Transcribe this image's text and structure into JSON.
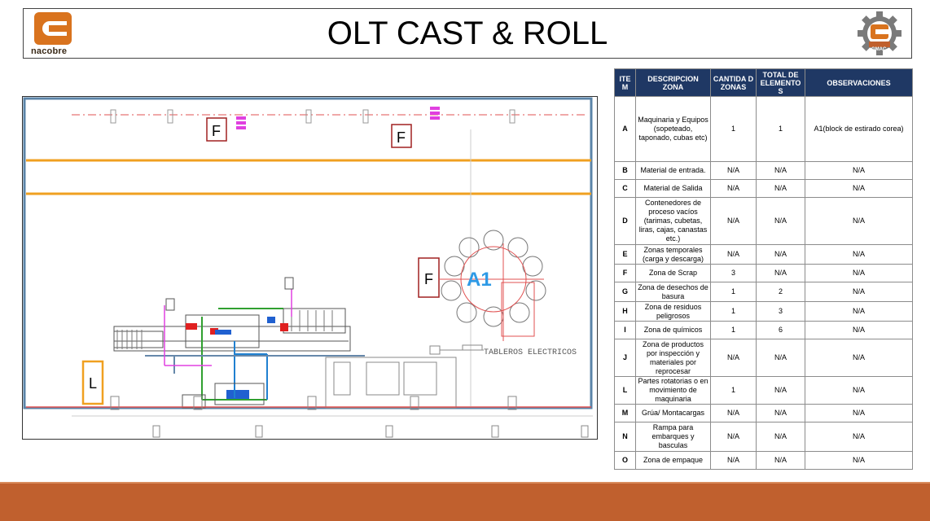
{
  "header": {
    "title": "OLT CAST & ROLL",
    "logo_left_text": "nacobre",
    "logo_right_text": "GMAC"
  },
  "plan": {
    "zone_labels": {
      "f1": "F",
      "f2": "F",
      "f3": "F",
      "l": "L",
      "a1": "A1"
    },
    "equipment_text": "TABLEROS ELECTRICOS"
  },
  "table": {
    "headers": [
      "ITE M",
      "DESCRIPCION ZONA",
      "CANTIDA D ZONAS",
      "TOTAL DE ELEMENTO S",
      "OBSERVACIONES"
    ],
    "rows": [
      {
        "item": "A",
        "desc": "Maquinaria y Equipos (sopeteado, taponado, cubas etc)",
        "qty": "1",
        "total": "1",
        "obs": "A1(block de estirado corea)"
      },
      {
        "item": "B",
        "desc": "Material de entrada.",
        "qty": "N/A",
        "total": "N/A",
        "obs": "N/A"
      },
      {
        "item": "C",
        "desc": "Material de Salida",
        "qty": "N/A",
        "total": "N/A",
        "obs": "N/A"
      },
      {
        "item": "D",
        "desc": "Contenedores de proceso vacíos (tarimas, cubetas, liras, cajas, canastas etc.)",
        "qty": "N/A",
        "total": "N/A",
        "obs": "N/A"
      },
      {
        "item": "E",
        "desc": "Zonas temporales (carga y descarga)",
        "qty": "N/A",
        "total": "N/A",
        "obs": "N/A"
      },
      {
        "item": "F",
        "desc": "Zona de Scrap",
        "qty": "3",
        "total": "N/A",
        "obs": "N/A"
      },
      {
        "item": "G",
        "desc": "Zona de desechos de basura",
        "qty": "1",
        "total": "2",
        "obs": "N/A"
      },
      {
        "item": "H",
        "desc": "Zona de residuos peligrosos",
        "qty": "1",
        "total": "3",
        "obs": "N/A"
      },
      {
        "item": "I",
        "desc": "Zona de químicos",
        "qty": "1",
        "total": "6",
        "obs": "N/A"
      },
      {
        "item": "J",
        "desc": "Zona de productos por inspección y materiales por reprocesar",
        "qty": "N/A",
        "total": "N/A",
        "obs": "N/A"
      },
      {
        "item": "L",
        "desc": "Partes rotatorias o en movimiento de maquinaria",
        "qty": "1",
        "total": "N/A",
        "obs": "N/A"
      },
      {
        "item": "M",
        "desc": "Grúa/ Montacargas",
        "qty": "N/A",
        "total": "N/A",
        "obs": "N/A"
      },
      {
        "item": "N",
        "desc": "Rampa para embarques y basculas",
        "qty": "N/A",
        "total": "N/A",
        "obs": "N/A"
      },
      {
        "item": "O",
        "desc": "Zona de empaque",
        "qty": "N/A",
        "total": "N/A",
        "obs": "N/A"
      }
    ]
  }
}
